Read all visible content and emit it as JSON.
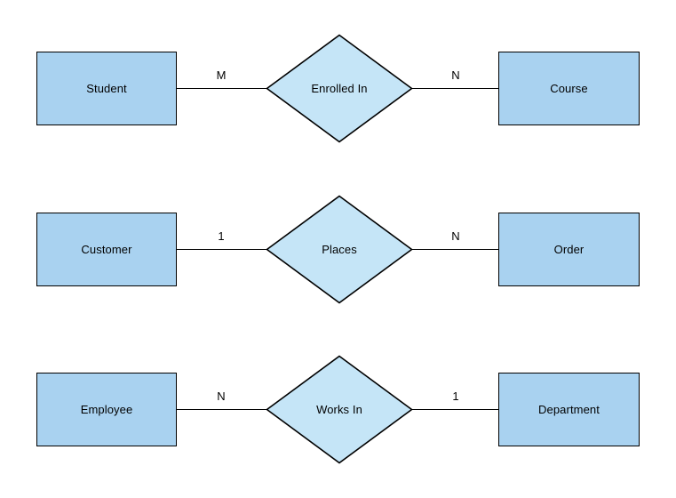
{
  "diagram": {
    "type": "entity-relationship-diagram",
    "background_color": "#ffffff",
    "entity_fill_color": "#a9d2f0",
    "relationship_fill_color": "#c5e5f7",
    "stroke_color": "#000000",
    "text_color": "#000000",
    "rows": [
      {
        "left_entity": "Student",
        "left_cardinality": "M",
        "relationship": "Enrolled In",
        "right_cardinality": "N",
        "right_entity": "Course"
      },
      {
        "left_entity": "Customer",
        "left_cardinality": "1",
        "relationship": "Places",
        "right_cardinality": "N",
        "right_entity": "Order"
      },
      {
        "left_entity": "Employee",
        "left_cardinality": "N",
        "relationship": "Works In",
        "right_cardinality": "1",
        "right_entity": "Department"
      }
    ]
  }
}
